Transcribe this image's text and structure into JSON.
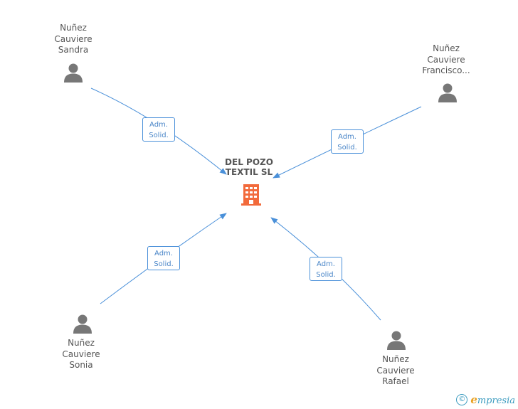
{
  "company": {
    "name_lines": [
      "DEL POZO",
      "TEXTIL  SL"
    ],
    "icon": "building-icon",
    "color": "#f26a3b"
  },
  "people": [
    {
      "id": "sandra",
      "name_lines": [
        "Nuñez",
        "Cauviere",
        "Sandra"
      ],
      "icon": "person-icon"
    },
    {
      "id": "francisco",
      "name_lines": [
        "Nuñez",
        "Cauviere",
        "Francisco..."
      ],
      "icon": "person-icon"
    },
    {
      "id": "sonia",
      "name_lines": [
        "Nuñez",
        "Cauviere",
        "Sonia"
      ],
      "icon": "person-icon"
    },
    {
      "id": "rafael",
      "name_lines": [
        "Nuñez",
        "Cauviere",
        "Rafael"
      ],
      "icon": "person-icon"
    }
  ],
  "relations": [
    {
      "from": "sandra",
      "lines": [
        "Adm.",
        "Solid."
      ]
    },
    {
      "from": "francisco",
      "lines": [
        "Adm.",
        "Solid."
      ]
    },
    {
      "from": "sonia",
      "lines": [
        "Adm.",
        "Solid."
      ]
    },
    {
      "from": "rafael",
      "lines": [
        "Adm.",
        "Solid."
      ]
    }
  ],
  "colors": {
    "person_icon": "#777777",
    "edge": "#4a90d9",
    "text": "#555555",
    "brand": "#3a9bbf",
    "brand_accent": "#e8a020"
  },
  "footer": {
    "copyright_symbol": "©",
    "brand_initial": "e",
    "brand_rest": "mpresia"
  }
}
